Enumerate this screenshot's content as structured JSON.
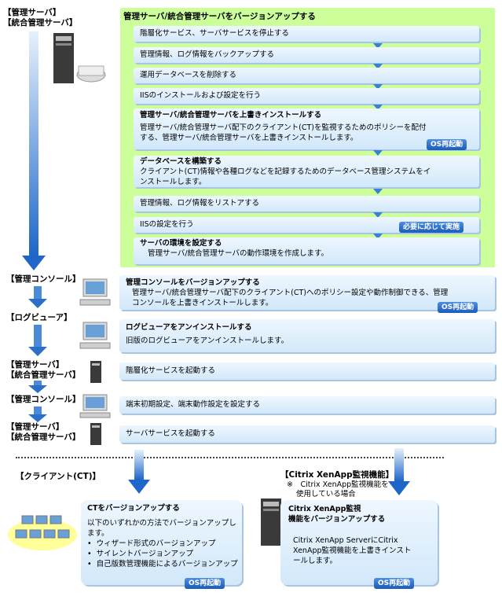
{
  "labels": {
    "server_main": "【管理サーバ】",
    "server_main2": "【統合管理サーバ】",
    "console1": "【管理コンソール】",
    "logviewer": "【ログビューア】",
    "server2a": "【管理サーバ】",
    "server2b": "【統合管理サーバ】",
    "console2": "【管理コンソール】",
    "server3a": "【管理サーバ】",
    "server3b": "【統合管理サーバ】",
    "client": "【クライアント(CT)】",
    "citrix": "【Citrix XenApp監視機能】",
    "citrix_note1": "※　Citrix XenApp監視機能を",
    "citrix_note2": "使用している場合"
  },
  "upgrade_title": "管理サーバ/統合管理サーバをバージョンアップする",
  "steps": [
    {
      "text": "階層化サービス、サーバサービスを停止する"
    },
    {
      "text": "管理情報、ログ情報をバックアップする"
    },
    {
      "text": "運用データベースを削除する"
    },
    {
      "text": "IISのインストールおよび設定を行う"
    },
    {
      "title": "管理サーバ/統合管理サーバを上書きインストールする",
      "line1": "管理サーバ/統合管理サーバ配下のクライアント(CT)を監視するためのポリシーを配付",
      "line2": "する、管理サーバ/統合管理サーバを上書きインストールします。",
      "badge": "OS再起動"
    },
    {
      "title": "データベースを構築する",
      "line1": "クライアント(CT)情報や各種ログなどを記録するためのデータベース管理システムをイ",
      "line2": "ンストールします。"
    },
    {
      "text": "管理情報、ログ情報をリストアする"
    },
    {
      "text": "IISの設定を行う",
      "badge": "必要に応じて実施"
    },
    {
      "title": "サーバの環境を設定する",
      "line1": "管理サーバ/統合管理サーバの動作環境を作成します。"
    }
  ],
  "console_box": {
    "title": "管理コンソールをバージョンアップする",
    "line1": "管理サーバ/統合管理サーバ配下のクライアント(CT)へのポリシー設定や動作制御できる、管理",
    "line2": "コンソールを上書きインストールします。",
    "badge": "OS再起動"
  },
  "logviewer_box": {
    "title": "ログビューアをアンインストールする",
    "line1": "旧版のログビューアをアンインストールします。"
  },
  "start_hier": "階層化サービスを起動する",
  "console_settings": "端末初期設定、端末動作設定を設定する",
  "start_server": "サーバサービスを起動する",
  "ct_box": {
    "title": "CTをバージョンアップする",
    "line1": "以下のいずれかの方法でバージョンアップし",
    "line2": "ます。",
    "items": [
      "ウィザード形式のバージョンアップ",
      "サイレントバージョンアップ",
      "自己版数管理機能によるバージョンアップ"
    ],
    "badge": "OS再起動"
  },
  "citrix_box": {
    "title1": "Citrix XenApp監視",
    "title2": "機能をバージョンアップする",
    "line1": "Citrix XenApp ServerにCitrix",
    "line2": "XenApp監視機能を上書きインスト",
    "line3": "ールします。",
    "badge": "OS再起動"
  },
  "colors": {
    "green": "#ccff99",
    "arrow": "#3a7fd8",
    "badge": "#1a5cb8"
  }
}
